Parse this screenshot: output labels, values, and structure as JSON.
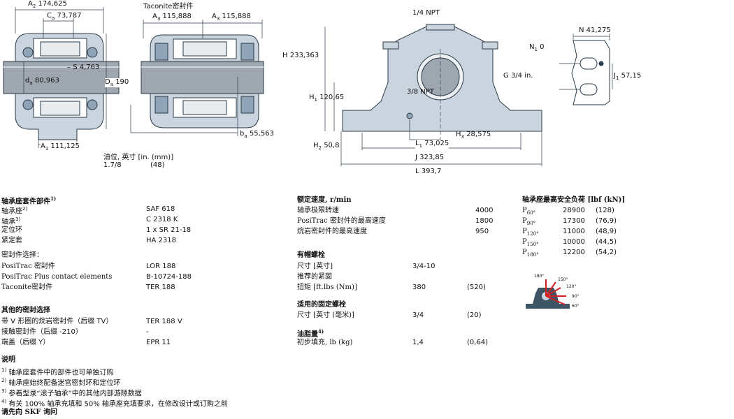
{
  "drawing": {
    "A2": "A",
    "A2_sub": "2",
    "A2_val": "174,625",
    "Ca": "C",
    "Ca_sub": "a",
    "Ca_val": "73,787",
    "S": "S",
    "S_val": "4,763",
    "da": "d",
    "da_sub": "a",
    "da_val": "80,963",
    "Da": "D",
    "Da_sub": "a",
    "Da_val": "190",
    "A1": "A",
    "A1_sub": "1",
    "A1_val": "111,125",
    "taconite_title": "Taconite密封件",
    "A3_left": "A",
    "A3_left_sub": "3",
    "A3_left_val": "115,888",
    "A3_right": "A",
    "A3_right_sub": "3",
    "A3_right_val": "115,888",
    "ba": "b",
    "ba_sub": "a",
    "ba_val": "55,563",
    "npt_top": "1/4 NPT",
    "H": "H",
    "H_val": "233,363",
    "H1": "H",
    "H1_sub": "1",
    "H1_val": "120,65",
    "npt_mid": "3/8 NPT",
    "G": "G",
    "G_val": "3/4 in.",
    "L1": "L",
    "L1_sub": "1",
    "L1_val": "73,025",
    "H3": "H",
    "H3_sub": "3",
    "H3_val": "28,575",
    "H2": "H",
    "H2_sub": "2",
    "H2_val": "50,8",
    "J": "J",
    "J_val": "323,85",
    "L": "L",
    "L_val": "393,7",
    "N": "N",
    "N_val": "41,275",
    "N1": "N",
    "N1_sub": "1",
    "N1_val": "0",
    "J1": "J",
    "J1_sub": "1",
    "J1_val": "57,15",
    "oil_label": "油位, 英寸 [in. (mm)]",
    "oil_in": "1.7/8",
    "oil_mm": "(48)"
  },
  "assembly": {
    "title": "轴承座套件部件",
    "title_sup": "1)",
    "rows": [
      {
        "label": "轴承座",
        "sup": "2)",
        "value": "SAF 618"
      },
      {
        "label": "轴承",
        "sup": "3)",
        "value": "C 2318 K"
      },
      {
        "label": "定位环",
        "sup": "",
        "value": "1 x SR 21-18"
      },
      {
        "label": "紧定套",
        "sup": "",
        "value": "HA 2318"
      }
    ],
    "seal_choice_title": "密封件选择：",
    "seal_rows": [
      {
        "label": "PosiTrac 密封件",
        "value": "LOR 188"
      },
      {
        "label": "PosiTrac Plus contact elements",
        "value": "B-10724-188"
      },
      {
        "label": "Taconite密封件",
        "value": "TER 188"
      }
    ],
    "other_title": "其他的密封选择",
    "other_rows": [
      {
        "label": "带 V 形圈的烷岩密封件（后缀 TV）",
        "value": "TER 188 V"
      },
      {
        "label": "接触密封件（后缀 -210）",
        "value": "-"
      },
      {
        "label": "端盖（后缀 Y）",
        "value": "EPR 11"
      }
    ]
  },
  "notes": {
    "title": "说明",
    "items": [
      {
        "num": "1)",
        "text": "轴承座套件中的部件也可单独订购"
      },
      {
        "num": "2)",
        "text": "轴承座始终配备迷宫密封环和定位环"
      },
      {
        "num": "3)",
        "text": "参看型录“滚子轴承”中的其他内部游隙数据"
      },
      {
        "num": "4)",
        "text": "有关 100% 轴承充填和 50% 轴承座充填要求，在修改设计或订购之前"
      }
    ],
    "footer": "请先向 SKF 询问"
  },
  "speed": {
    "title": "额定速度, r/min",
    "rows": [
      {
        "label": "轴承极限转速",
        "value": "4000"
      },
      {
        "label": "PosiTrac 密封件的最高速度",
        "value": "1800"
      },
      {
        "label": "烷岩密封件的最高速度",
        "value": "950"
      }
    ]
  },
  "cap_bolts": {
    "title": "有帽螺栓",
    "rows": [
      {
        "label": "尺寸 [英寸]",
        "v1": "3/4-10",
        "v2": ""
      },
      {
        "label": "推荐的紧固",
        "v1": "",
        "v2": ""
      },
      {
        "label": "扭矩 [ft.lbs (Nm)]",
        "v1": "380",
        "v2": "(520)"
      }
    ]
  },
  "mount_bolts": {
    "title": "适用的固定螺栓",
    "rows": [
      {
        "label": "尺寸 [英寸 (毫米)]",
        "v1": "3/4",
        "v2": "(20)"
      }
    ]
  },
  "grease": {
    "title": "油脂量",
    "title_sup": "4)",
    "rows": [
      {
        "label": "初步填充, lb (kg)",
        "v1": "1,4",
        "v2": "(0,64)"
      }
    ]
  },
  "loads": {
    "title": "轴承座最高安全负荷 [lbf (kN)]",
    "rows": [
      {
        "sym": "P",
        "sub": "60°",
        "v1": "28900",
        "v2": "(128)"
      },
      {
        "sym": "P",
        "sub": "90°",
        "v1": "17300",
        "v2": "(76,9)"
      },
      {
        "sym": "P",
        "sub": "120°",
        "v1": "11000",
        "v2": "(48,9)"
      },
      {
        "sym": "P",
        "sub": "150°",
        "v1": "10000",
        "v2": "(44,5)"
      },
      {
        "sym": "P",
        "sub": "180°",
        "v1": "12200",
        "v2": "(54,2)"
      }
    ],
    "angles": [
      "180°",
      "150°",
      "120°",
      "90°",
      "60°"
    ]
  },
  "colors": {
    "housing_fill": "#c9d4de",
    "housing_stroke": "#2a3a48",
    "shaft": "#9ea7b0",
    "arrow_red": "#d02020",
    "icon_base": "#3e5566"
  }
}
